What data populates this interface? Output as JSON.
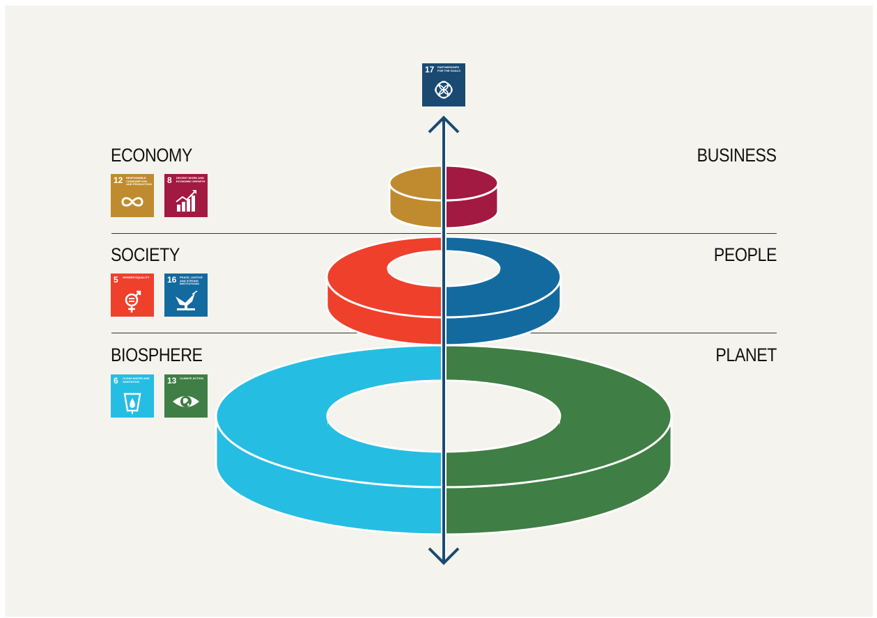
{
  "labels": {
    "economy": "ECONOMY",
    "society": "SOCIETY",
    "biosphere": "BIOSPHERE",
    "business": "BUSINESS",
    "people": "PEOPLE",
    "planet": "PLANET"
  },
  "goals": {
    "g17": {
      "number": "17",
      "title": "Partnerships for the goals",
      "color": "#1a4a72",
      "icon": "partnership-rings-icon"
    },
    "g12": {
      "number": "12",
      "title": "Responsible consumption and production",
      "color": "#bf8b2e",
      "icon": "infinity-icon"
    },
    "g8": {
      "number": "8",
      "title": "Decent work and economic growth",
      "color": "#a21942",
      "icon": "growth-chart-icon"
    },
    "g5": {
      "number": "5",
      "title": "Gender equality",
      "color": "#ef402b",
      "icon": "gender-equality-icon"
    },
    "g16": {
      "number": "16",
      "title": "Peace, justice and strong institutions",
      "color": "#136a9f",
      "icon": "dove-icon"
    },
    "g6": {
      "number": "6",
      "title": "Clean water and sanitation",
      "color": "#26bde2",
      "icon": "water-drop-icon"
    },
    "g13": {
      "number": "13",
      "title": "Climate action",
      "color": "#3f7e44",
      "icon": "earth-eye-icon"
    }
  },
  "colors": {
    "background": "#f4f3ed",
    "axis": "#1a4a72",
    "economy_left": "#bf8b2e",
    "business_right": "#a21942",
    "society_left": "#ef402b",
    "people_right": "#136a9f",
    "biosphere_left": "#26bde2",
    "planet_right": "#3f7e44"
  }
}
